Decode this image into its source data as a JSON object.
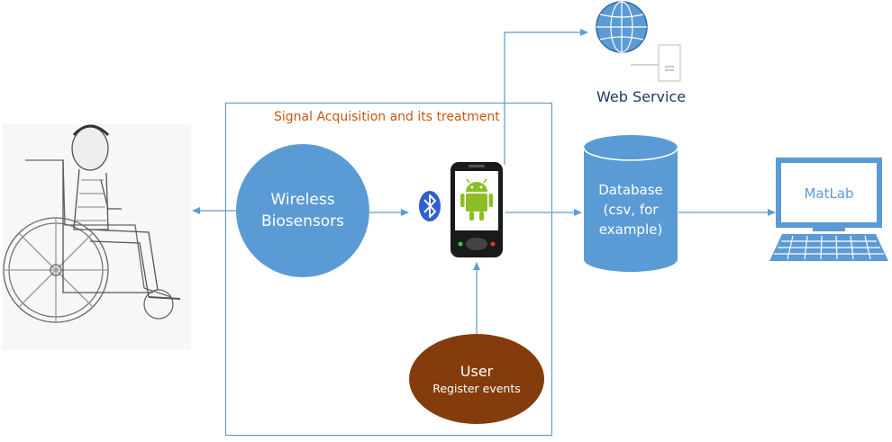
{
  "frame": {
    "title": "Signal Acquisition and its treatment"
  },
  "nodes": {
    "biosensors": {
      "line1": "Wireless",
      "line2": "Biosensors"
    },
    "web_service": {
      "label": "Web Service"
    },
    "database": {
      "line1": "Database",
      "line2": "(csv, for",
      "line3": "example)"
    },
    "matlab": {
      "label": "MatLab"
    },
    "user": {
      "line1": "User",
      "line2": "Register events"
    }
  },
  "colors": {
    "frame_border": "#5b8fc7",
    "title_text": "#c55a11",
    "node_blue": "#5b9bd5",
    "user_brown": "#843c0c",
    "arrow": "#5b9bd5",
    "web_service_text": "#1f3864",
    "matlab_text": "#5b9bd5",
    "bluetooth": "#2f5fd0",
    "android_green": "#8cbf26"
  },
  "icons": [
    "wheelchair-user-sketch",
    "bluetooth-icon",
    "android-phone-icon",
    "globe-icon",
    "server-icon",
    "database-cylinder",
    "monitor-icon",
    "keyboard-icon"
  ]
}
